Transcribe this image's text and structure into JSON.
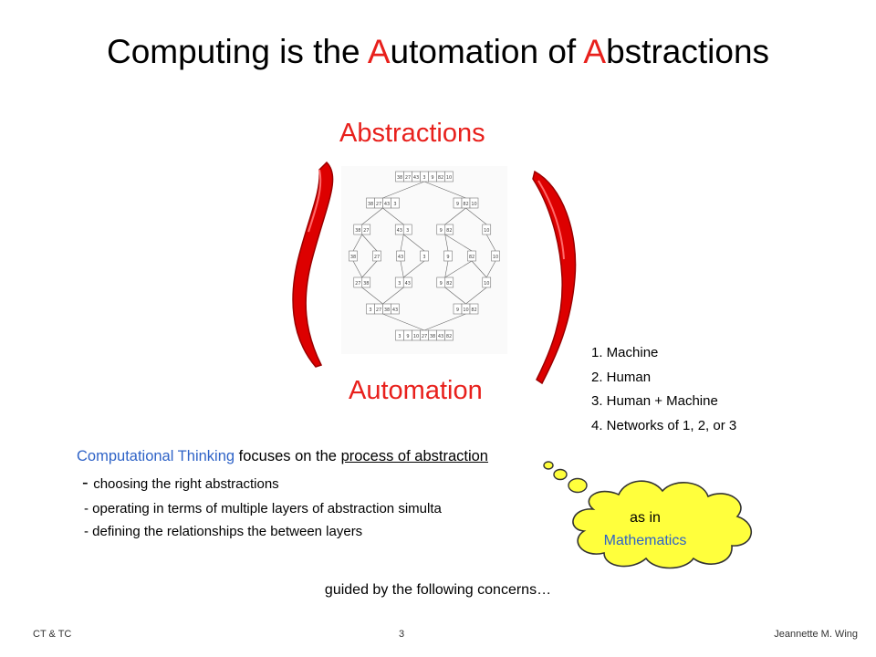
{
  "slide": {
    "title_parts": [
      "Computing is the ",
      "A",
      "utomation of ",
      "A",
      "bstractions"
    ],
    "abstractions_label": "Abstractions",
    "automation_label": "Automation",
    "numbered_list": [
      "1. Machine",
      "2. Human",
      "3. Human + Machine",
      "4. Networks of 1, 2, or 3"
    ],
    "body": {
      "ct_label": "Computational Thinking",
      "focuses_text": " focuses on the ",
      "process_text": "process of abstraction",
      "bullet1_dash": "- ",
      "bullet1": "choosing the right abstractions",
      "bullet2": "- operating in terms of multiple layers of abstraction simulta",
      "bullet3": "- defining the relationships the between layers"
    },
    "cloud": {
      "line1": "as in",
      "line2": "Mathematics"
    },
    "guided_text": "guided by the following concerns…",
    "footer": {
      "left": "CT & TC",
      "center": "3",
      "right": "Jeannette M. Wing"
    }
  },
  "merge_sort_diagram": {
    "rows": [
      [
        [
          "38",
          "27",
          "43",
          "3",
          "9",
          "82",
          "10"
        ]
      ],
      [
        [
          "38",
          "27",
          "43",
          "3"
        ],
        [
          "9",
          "82",
          "10"
        ]
      ],
      [
        [
          "38",
          "27"
        ],
        [
          "43",
          "3"
        ],
        [
          "9",
          "82"
        ],
        [
          "10"
        ]
      ],
      [
        [
          "38"
        ],
        [
          "27"
        ],
        [
          "43"
        ],
        [
          "3"
        ],
        [
          "9"
        ],
        [
          "82"
        ],
        [
          "10"
        ]
      ],
      [
        [
          "27",
          "38"
        ],
        [
          "3",
          "43"
        ],
        [
          "9",
          "82"
        ],
        [
          "10"
        ]
      ],
      [
        [
          "3",
          "27",
          "38",
          "43"
        ],
        [
          "9",
          "10",
          "82"
        ]
      ],
      [
        [
          "3",
          "9",
          "10",
          "27",
          "38",
          "43",
          "82"
        ]
      ]
    ]
  },
  "colors": {
    "accent_red": "#e8201c",
    "accent_blue": "#2f63c7",
    "cloud_fill": "#ffff3c",
    "arrow_red": "#dd0000"
  }
}
